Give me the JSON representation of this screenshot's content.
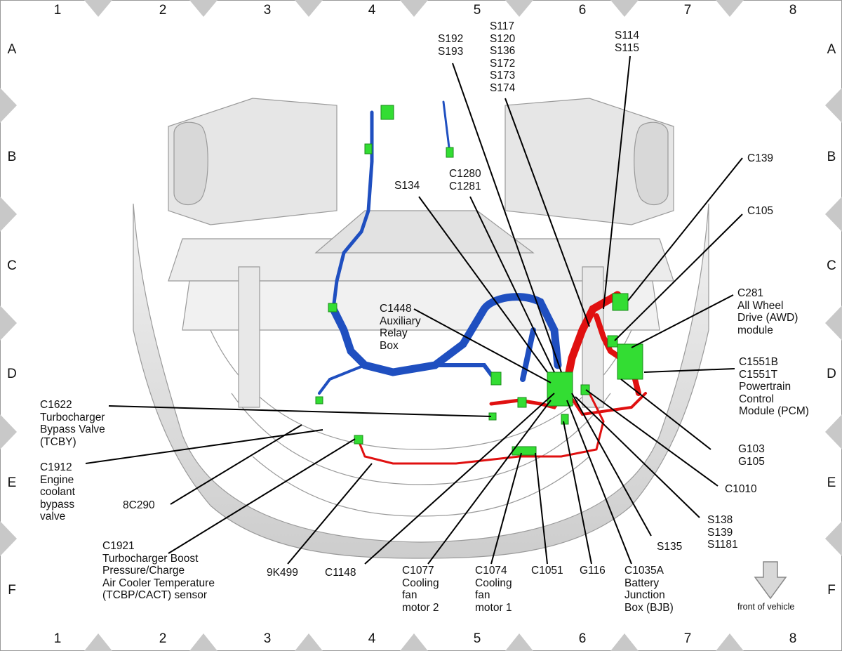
{
  "grid": {
    "columns": [
      "1",
      "2",
      "3",
      "4",
      "5",
      "6",
      "7",
      "8"
    ],
    "rows": [
      "A",
      "B",
      "C",
      "D",
      "E",
      "F"
    ]
  },
  "labels": {
    "s192": "S192\nS193",
    "s117": "S117\nS120\nS136\nS172\nS173\nS174",
    "s114": "S114\nS115",
    "s134": "S134",
    "c1280": "C1280\nC1281",
    "c139": "C139",
    "c105": "C105",
    "c281": "C281\nAll Wheel\nDrive (AWD)\nmodule",
    "c1448": "C1448\nAuxiliary\nRelay\nBox",
    "c1551": "C1551B\nC1551T\nPowertrain\nControl\nModule (PCM)",
    "c1622": "C1622\nTurbocharger\nBypass Valve\n(TCBY)",
    "c1912": "C1912\nEngine\ncoolant\nbypass\nvalve",
    "c8c290": "8C290",
    "g103": "G103\nG105",
    "c1010": "C1010",
    "s138": "S138\nS139\nS1181",
    "s135": "S135",
    "c1921": "C1921\nTurbocharger Boost\nPressure/Charge\nAir Cooler Temperature\n(TCBP/CACT) sensor",
    "k9k499": "9K499",
    "c1148": "C1148",
    "c1077": "C1077\nCooling\nfan\nmotor 2",
    "c1074": "C1074\nCooling\nfan\nmotor 1",
    "c1051": "C1051",
    "g116": "G116",
    "c1035a": "C1035A\nBattery\nJunction\nBox (BJB)",
    "front": "front of vehicle"
  },
  "colors": {
    "harness_blue": "#1f4fc0",
    "harness_red": "#e01010",
    "connector_green": "#33dd33",
    "body_gray": "#cfcfcf"
  }
}
